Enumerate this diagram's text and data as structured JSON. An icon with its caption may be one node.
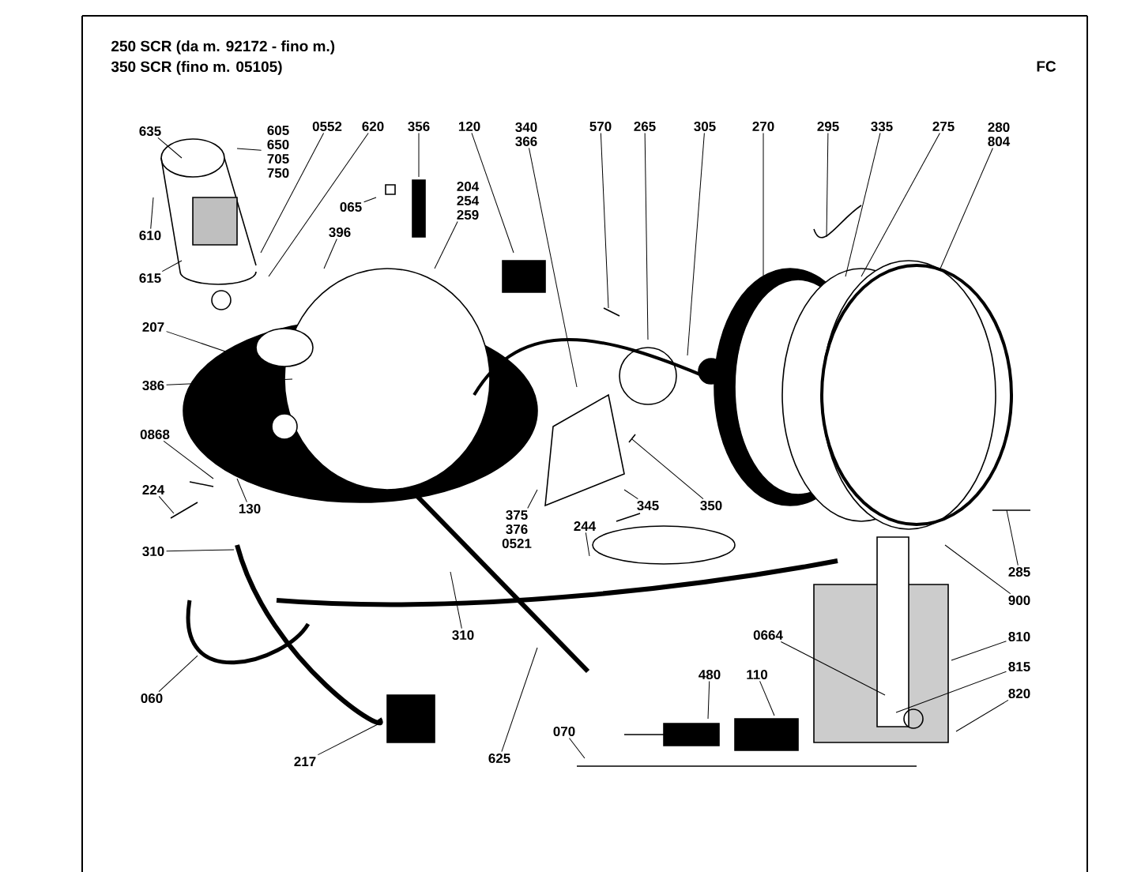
{
  "diagram": {
    "nodes": [
      {
        "text": [
          "635"
        ]
      },
      {
        "text": [
          "605 650 705 750"
        ]
      },
      {
        "text": [
          "0552"
        ]
      },
      {
        "text": [
          "620"
        ]
      },
      {
        "text": [
          "356"
        ]
      },
      {
        "text": [
          "120"
        ]
      },
      {
        "text": [
          "340 366"
        ]
      },
      {
        "text": [
          "570"
        ]
      },
      {
        "text": [
          "265"
        ]
      },
      {
        "text": [
          "305"
        ]
      },
      {
        "text": [
          "270"
        ]
      },
      {
        "text": [
          "295"
        ]
      },
      {
        "text": [
          "335"
        ]
      },
      {
        "text": [
          "275"
        ]
      },
      {
        "text": [
          "280 804"
        ]
      },
      {
        "text": [
          "065"
        ]
      },
      {
        "text": [
          "204 254 259"
        ]
      },
      {
        "text": [
          "396"
        ]
      },
      {
        "text": [
          "610"
        ]
      },
      {
        "text": [
          "615"
        ]
      },
      {
        "text": [
          "207"
        ]
      },
      {
        "text": [
          "386"
        ]
      },
      {
        "text": [
          "0868"
        ]
      },
      {
        "text": [
          "224"
        ]
      },
      {
        "text": [
          "130"
        ]
      },
      {
        "text": [
          "310"
        ]
      },
      {
        "text": [
          "375 376 0521"
        ]
      },
      {
        "text": [
          "345"
        ]
      },
      {
        "text": [
          "350"
        ]
      },
      {
        "text": [
          "244"
        ]
      },
      {
        "text": [
          "285"
        ]
      },
      {
        "text": [
          "310"
        ]
      },
      {
        "text": [
          "900"
        ]
      },
      {
        "text": [
          "060"
        ]
      },
      {
        "text": [
          "0664"
        ]
      },
      {
        "text": [
          "810"
        ]
      },
      {
        "text": [
          "480"
        ]
      },
      {
        "text": [
          "110"
        ]
      },
      {
        "text": [
          "815"
        ]
      },
      {
        "text": [
          "820"
        ]
      },
      {
        "text": [
          "217"
        ]
      },
      {
        "text": [
          "625"
        ]
      },
      {
        "text": [
          "070"
        ]
      }
    ],
    "edges": [
      {
        "from": 0,
        "to": null,
        "arrow": "none"
      },
      {
        "from": 1,
        "to": null,
        "arrow": "none"
      },
      {
        "from": 2,
        "to": null,
        "arrow": "none"
      },
      {
        "from": 3,
        "to": null,
        "arrow": "none"
      },
      {
        "from": 4,
        "to": null,
        "arrow": "none"
      },
      {
        "from": 5,
        "to": null,
        "arrow": "none"
      },
      {
        "from": 6,
        "to": null,
        "arrow": "none"
      },
      {
        "from": 7,
        "to": null,
        "arrow": "none"
      },
      {
        "from": 8,
        "to": null,
        "arrow": "none"
      },
      {
        "from": 9,
        "to": null,
        "arrow": "none"
      },
      {
        "from": 10,
        "to": null,
        "arrow": "none"
      },
      {
        "from": 11,
        "to": null,
        "arrow": "none"
      },
      {
        "from": 12,
        "to": null,
        "arrow": "none"
      },
      {
        "from": 13,
        "to": null,
        "arrow": "none"
      },
      {
        "from": 14,
        "to": null,
        "arrow": "none"
      },
      {
        "from": 15,
        "to": null,
        "arrow": "none"
      },
      {
        "from": 16,
        "to": null,
        "arrow": "none"
      },
      {
        "from": 17,
        "to": null,
        "arrow": "none"
      },
      {
        "from": 18,
        "to": null,
        "arrow": "none"
      },
      {
        "from": 19,
        "to": null,
        "arrow": "none"
      },
      {
        "from": 20,
        "to": null,
        "arrow": "none"
      },
      {
        "from": 21,
        "to": null,
        "arrow": "none"
      },
      {
        "from": 22,
        "to": null,
        "arrow": "none"
      },
      {
        "from": 23,
        "to": null,
        "arrow": "none"
      },
      {
        "from": 24,
        "to": null,
        "arrow": "none"
      },
      {
        "from": 25,
        "to": null,
        "arrow": "none"
      },
      {
        "from": 26,
        "to": null,
        "arrow": "none"
      },
      {
        "from": 27,
        "to": null,
        "arrow": "none"
      },
      {
        "from": 28,
        "to": null,
        "arrow": "none"
      },
      {
        "from": 29,
        "to": null,
        "arrow": "none"
      },
      {
        "from": 30,
        "to": null,
        "arrow": "none"
      },
      {
        "from": 31,
        "to": null,
        "arrow": "none"
      },
      {
        "from": 32,
        "to": null,
        "arrow": "none"
      },
      {
        "from": 33,
        "to": null,
        "arrow": "none"
      },
      {
        "from": 34,
        "to": null,
        "arrow": "none"
      },
      {
        "from": 35,
        "to": null,
        "arrow": "none"
      },
      {
        "from": 36,
        "to": null,
        "arrow": "none"
      },
      {
        "from": 37,
        "to": null,
        "arrow": "none"
      },
      {
        "from": 38,
        "to": null,
        "arrow": "none"
      },
      {
        "from": 39,
        "to": null,
        "arrow": "none"
      },
      {
        "from": 40,
        "to": null,
        "arrow": "none"
      },
      {
        "from": 41,
        "to": null,
        "arrow": "none"
      },
      {
        "from": 42,
        "to": null,
        "arrow": "none"
      }
    ],
    "labels": [
      "250 SCR (da m. 92172 - fino m.)",
      "350 SCR (fino m. 05105)",
      "FC"
    ]
  }
}
